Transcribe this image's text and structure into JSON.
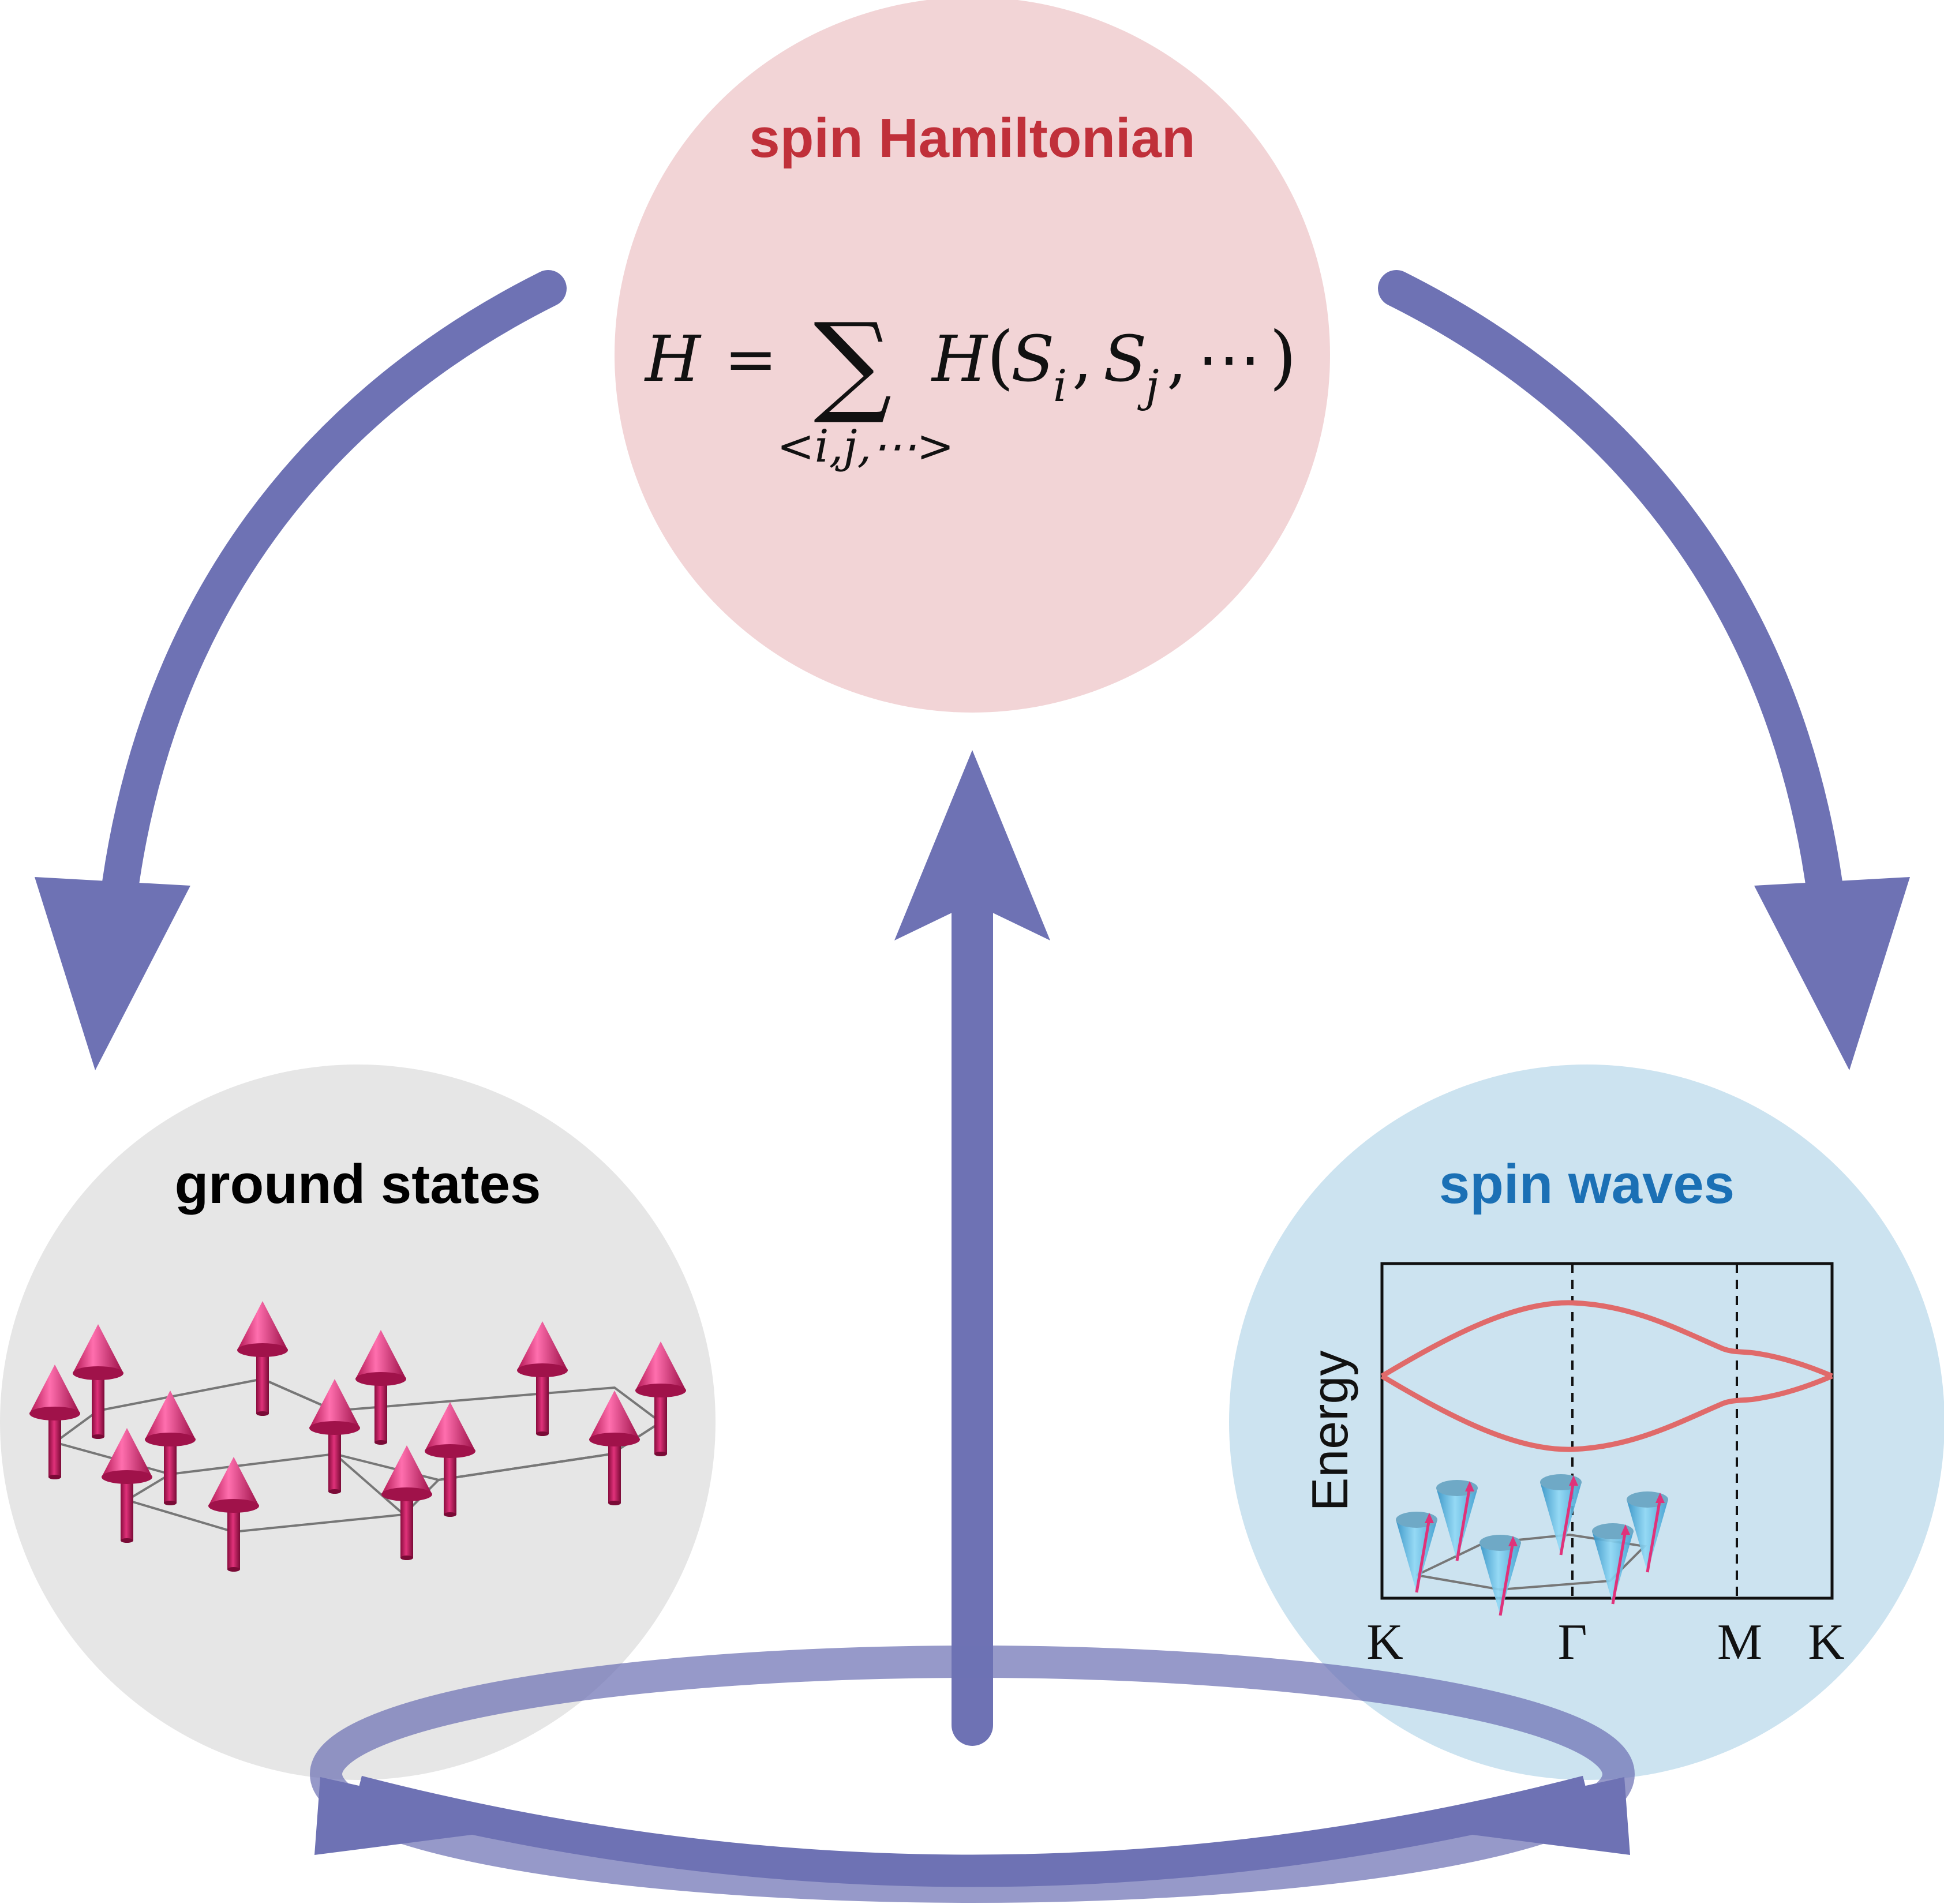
{
  "colors": {
    "arrow": "#6e72b4",
    "hamiltonian_fill": "#f2d4d6",
    "hamiltonian_title": "#c0303a",
    "ground_fill": "#e6e6e6",
    "ground_title": "#000000",
    "waves_fill": "#cce3f0",
    "waves_title": "#1b70b5",
    "spin_arrow": "#c2185b",
    "band": "#e06a6a",
    "cone": "#5bb9e0"
  },
  "hamiltonian": {
    "title": "spin Hamiltonian",
    "eq_lhs": "H",
    "eq_equals": "=",
    "eq_sum": "∑",
    "eq_func": "H",
    "eq_s1": "S",
    "eq_s1_sub": "i",
    "eq_s2": "S",
    "eq_s2_sub": "j",
    "eq_dots": "⋯",
    "sum_sub": "<i,j,⋯>"
  },
  "ground_states": {
    "title": "ground states",
    "icon": "spin-lattice"
  },
  "spin_waves": {
    "title": "spin waves",
    "chart": {
      "ylabel": "Energy",
      "ticks": [
        "K",
        "Γ",
        "M",
        "K"
      ],
      "icon": "precessing-spin-cones"
    }
  }
}
